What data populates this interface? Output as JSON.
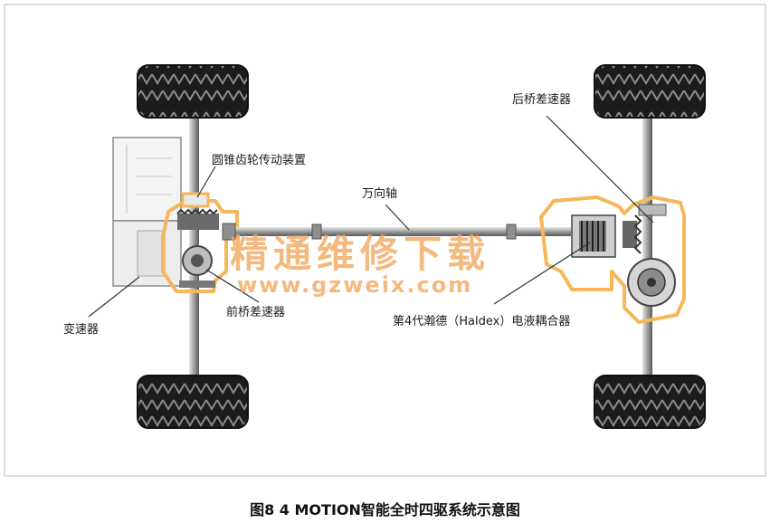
{
  "labels": {
    "rear_diff": "后桥差速器",
    "bevel_gear": "圆锥齿轮传动装置",
    "prop_shaft": "万向轴",
    "front_diff": "前桥差速器",
    "gearbox": "变速器",
    "haldex": "第4代瀚德（Haldex）电液耦合器"
  },
  "watermark": {
    "title": "精通维修下载",
    "url": "www.gzweix.com"
  },
  "caption": "图8  4 MOTION智能全时四驱系统示意图",
  "colors": {
    "highlight": "#f5b75a",
    "tire": "#1e1e1e",
    "metal": "#9a9a9a",
    "watermark": "#f2a65a"
  }
}
